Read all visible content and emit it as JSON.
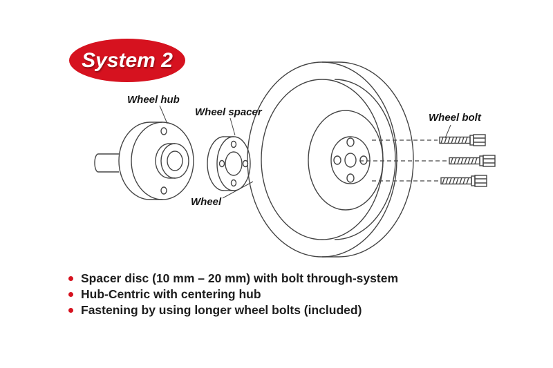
{
  "badge": {
    "label": "System 2"
  },
  "diagram": {
    "labels": {
      "wheel_hub": "Wheel hub",
      "wheel_spacer": "Wheel spacer",
      "wheel": "Wheel",
      "wheel_bolt": "Wheel bolt"
    }
  },
  "features": {
    "items": [
      "Spacer disc (10 mm – 20 mm) with bolt through-system",
      "Hub-Centric with centering hub",
      "Fastening by using longer wheel bolts (included)"
    ]
  },
  "colors": {
    "accent_red": "#d6121f",
    "line": "#454545",
    "text": "#161616"
  }
}
